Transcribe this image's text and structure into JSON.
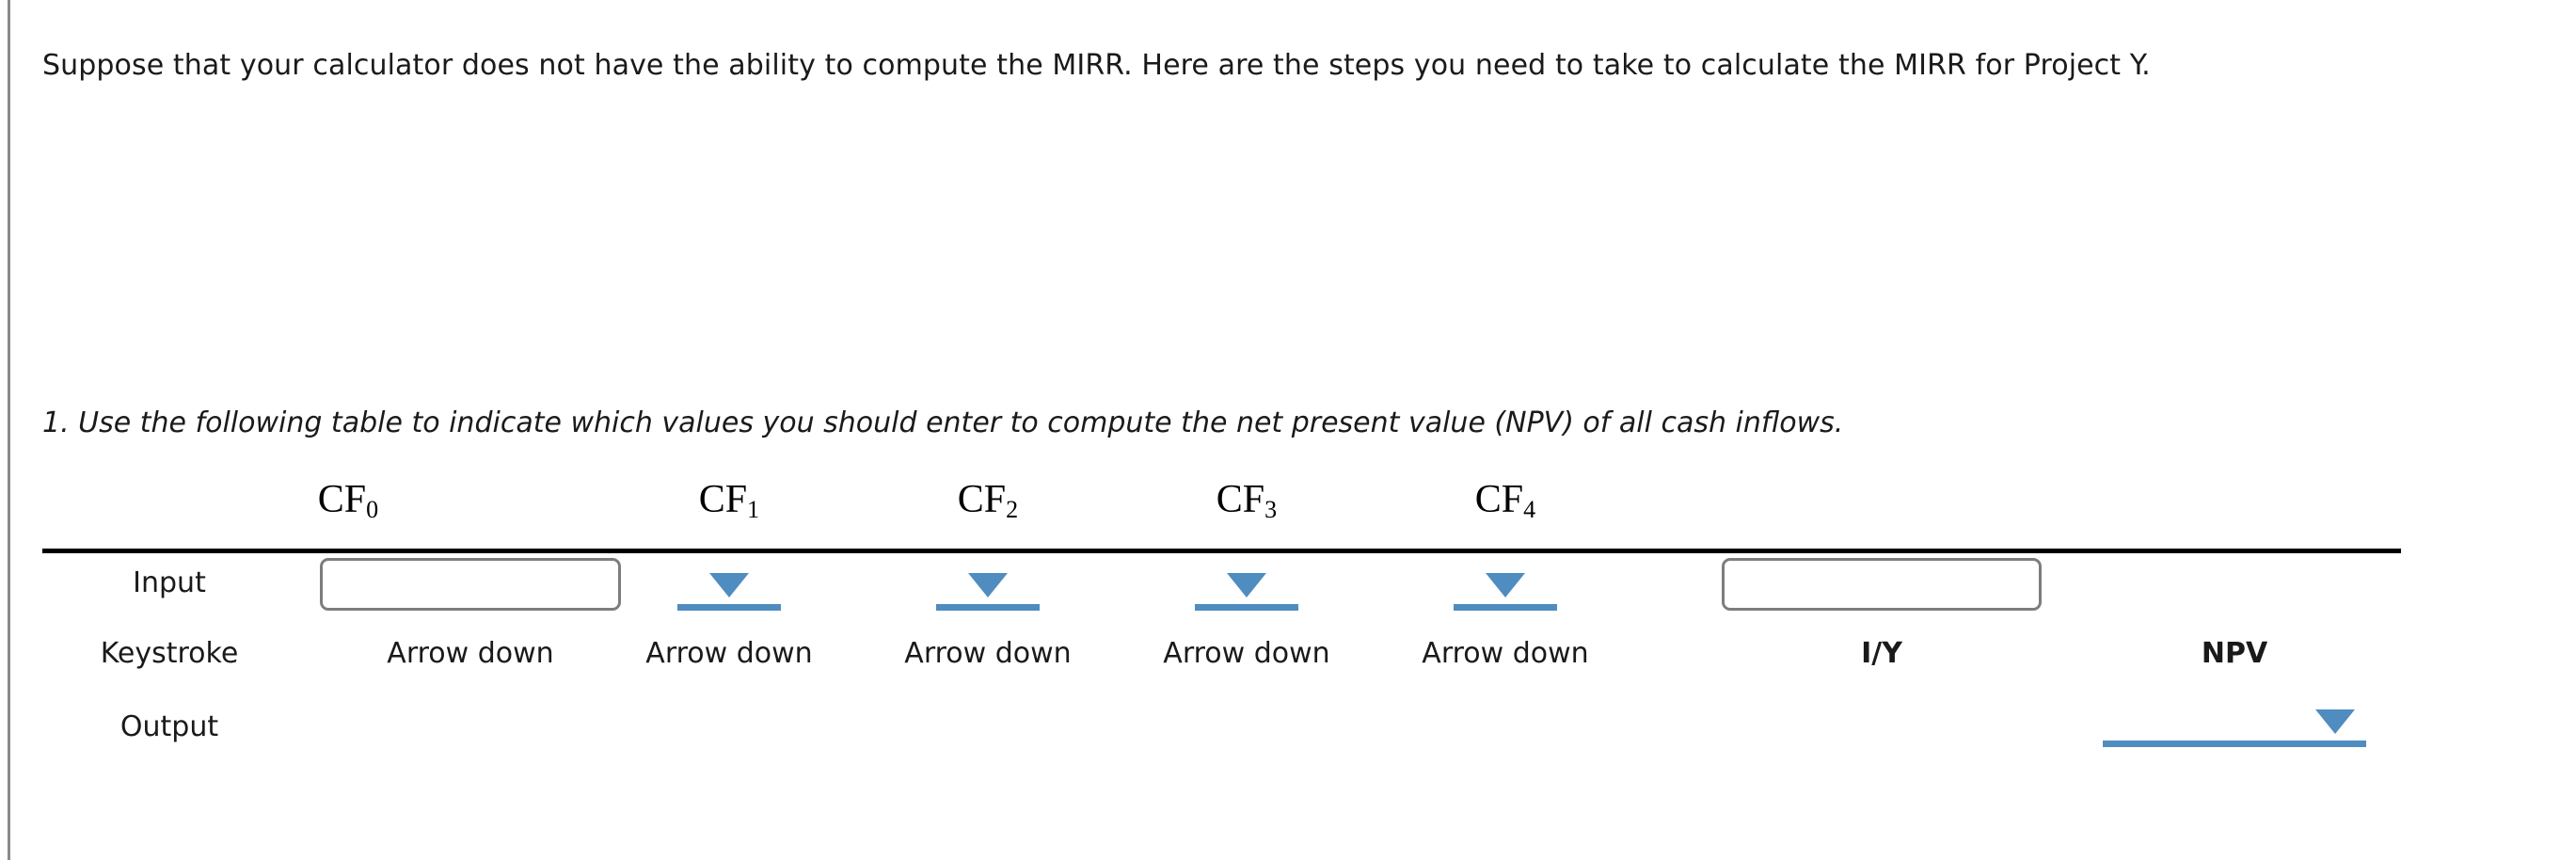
{
  "document": {
    "intro_paragraph": "Suppose that your calculator does not have the ability to compute the MIRR. Here are the steps you need to take to calculate the MIRR for Project Y.",
    "prompt_number": "1.",
    "prompt_text": "Use the following table to indicate which values you should enter to compute the net present value (NPV) of all cash inflows."
  },
  "colors": {
    "dropdown_blue": "#4f8cc0",
    "textbox_border": "#7d7d7d",
    "rule_black": "#000000",
    "page_border_gray": "#8a8a8a"
  },
  "table": {
    "headers": [
      {
        "base": "CF",
        "sub": "0"
      },
      {
        "base": "CF",
        "sub": "1"
      },
      {
        "base": "CF",
        "sub": "2"
      },
      {
        "base": "CF",
        "sub": "3"
      },
      {
        "base": "CF",
        "sub": "4"
      },
      {
        "base": "",
        "sub": ""
      },
      {
        "base": "",
        "sub": ""
      }
    ],
    "rows": {
      "input": {
        "label": "Input",
        "cells": [
          {
            "type": "textbox",
            "value": "",
            "placeholder": ""
          },
          {
            "type": "dropdown",
            "value": ""
          },
          {
            "type": "dropdown",
            "value": ""
          },
          {
            "type": "dropdown",
            "value": ""
          },
          {
            "type": "dropdown",
            "value": ""
          },
          {
            "type": "textbox",
            "value": "",
            "placeholder": ""
          },
          {
            "type": "empty"
          }
        ]
      },
      "keystroke": {
        "label": "Keystroke",
        "cells": [
          {
            "text": "Arrow down",
            "bold": false
          },
          {
            "text": "Arrow down",
            "bold": false
          },
          {
            "text": "Arrow down",
            "bold": false
          },
          {
            "text": "Arrow down",
            "bold": false
          },
          {
            "text": "Arrow down",
            "bold": false
          },
          {
            "text": "I/Y",
            "bold": true
          },
          {
            "text": "NPV",
            "bold": true
          }
        ]
      },
      "output": {
        "label": "Output",
        "cells": [
          {
            "type": "empty"
          },
          {
            "type": "empty"
          },
          {
            "type": "empty"
          },
          {
            "type": "empty"
          },
          {
            "type": "empty"
          },
          {
            "type": "empty"
          },
          {
            "type": "dropdown-wide",
            "value": ""
          }
        ]
      }
    }
  }
}
